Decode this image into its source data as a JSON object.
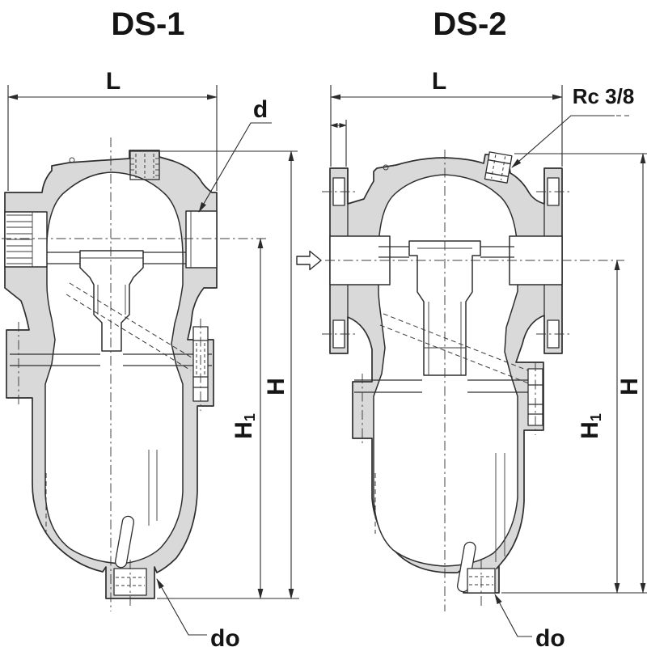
{
  "drawing": {
    "background_color": "#ffffff",
    "line_color": "#2e2e2e",
    "body_fill_color": "#d9d9d9",
    "models": [
      {
        "title": "DS-1"
      },
      {
        "title": "DS-2"
      }
    ],
    "labels": {
      "face_to_face": "L",
      "port_diameter": "d",
      "height_total": "H",
      "height_center": {
        "base": "H",
        "sub": "1"
      },
      "drain_diameter": "do",
      "vent_connection": "Rc 3/8"
    }
  }
}
